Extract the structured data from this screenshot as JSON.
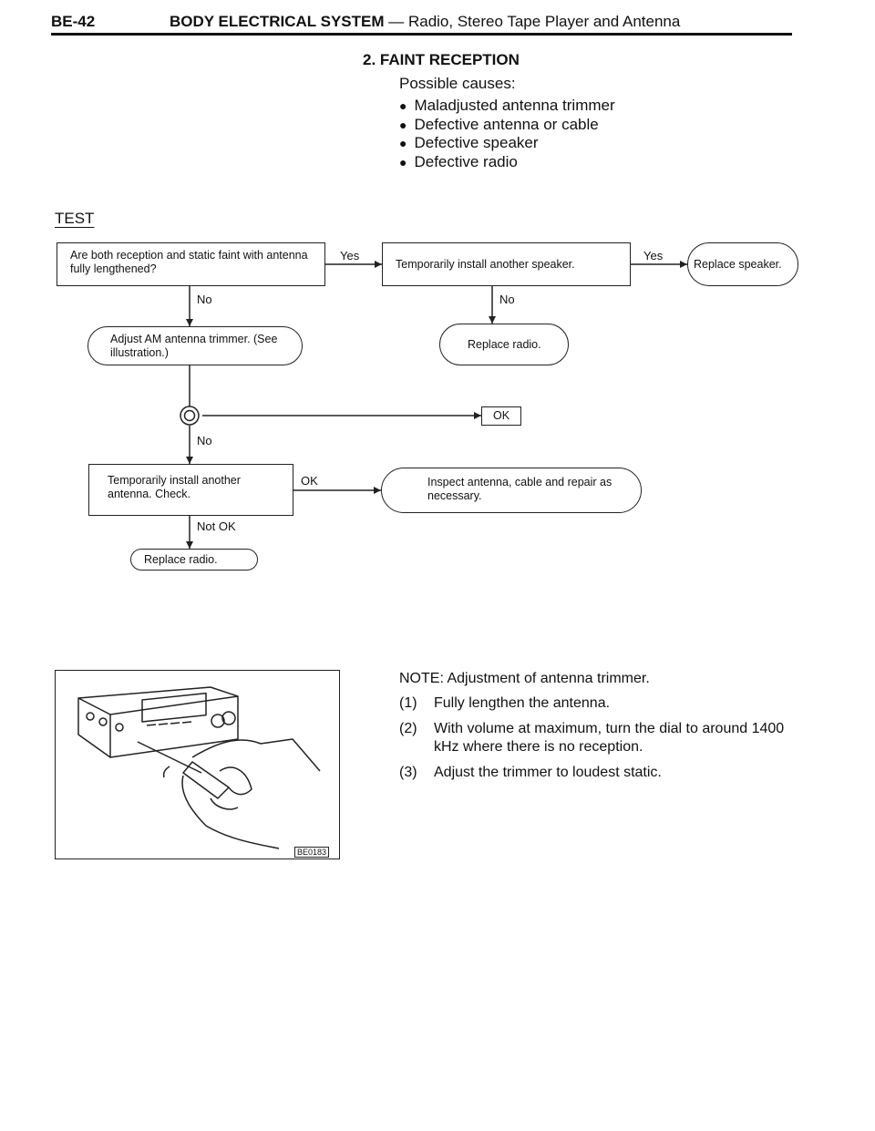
{
  "header": {
    "page_code": "BE-42",
    "section_bold": "BODY ELECTRICAL SYSTEM",
    "section_rest": " — Radio, Stereo Tape Player and Antenna"
  },
  "fault": {
    "title": "2.  FAINT RECEPTION",
    "causes_label": "Possible causes:",
    "causes": [
      "Maladjusted antenna trimmer",
      "Defective antenna or cable",
      "Defective speaker",
      "Defective radio"
    ]
  },
  "test_label": "TEST",
  "flow": {
    "q1": "Are both reception and static faint with antenna fully lengthened?",
    "install_speaker": "Temporarily install another speaker.",
    "replace_speaker": "Replace speaker.",
    "adjust_trimmer": "Adjust AM antenna trimmer. (See illustration.)",
    "replace_radio_1": "Replace radio.",
    "ok_box": "OK",
    "install_antenna": "Temporarily install another antenna. Check.",
    "inspect_antenna": "Inspect antenna, cable and repair as necessary.",
    "replace_radio_2": "Replace radio.",
    "yes_1": "Yes",
    "yes_2": "Yes",
    "no_1": "No",
    "no_2": "No",
    "no_3": "No",
    "ok_label": "OK",
    "not_ok_label": "Not OK"
  },
  "illustration_code": "BE0183",
  "note": {
    "title": "NOTE:   Adjustment of antenna trimmer.",
    "steps": [
      {
        "num": "(1)",
        "text": "Fully lengthen the antenna."
      },
      {
        "num": "(2)",
        "text": "With volume at maximum, turn the dial to around 1400 kHz where there is no reception."
      },
      {
        "num": "(3)",
        "text": "Adjust the trimmer to loudest static."
      }
    ]
  }
}
